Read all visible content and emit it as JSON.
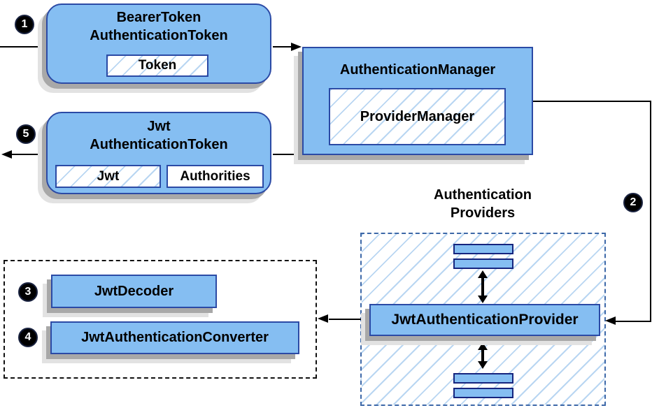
{
  "colors": {
    "box_fill": "#85bef2",
    "box_border": "#2b4aa5",
    "bar_border": "#16257e",
    "hatch_line": "#b9d6f2",
    "dashed_blue_border": "#3d68a8",
    "arrow": "#000000",
    "shadow_dark": "#a8a8a8",
    "shadow_light": "#e2e2e2"
  },
  "badges": {
    "step1": "1",
    "step2": "2",
    "step3": "3",
    "step4": "4",
    "step5": "5"
  },
  "nodes": {
    "bearer": {
      "title_line1": "BearerToken",
      "title_line2": "AuthenticationToken",
      "field_token": "Token"
    },
    "manager": {
      "title": "AuthenticationManager",
      "field_provider_manager": "ProviderManager"
    },
    "jwt_token": {
      "title_line1": "Jwt",
      "title_line2": "AuthenticationToken",
      "field_jwt": "Jwt",
      "field_authorities": "Authorities"
    },
    "providers_group": {
      "label_line1": "Authentication",
      "label_line2": "Providers"
    },
    "jwt_provider": {
      "title": "JwtAuthenticationProvider"
    },
    "decoder": {
      "title": "JwtDecoder"
    },
    "converter": {
      "title": "JwtAuthenticationConverter"
    }
  }
}
